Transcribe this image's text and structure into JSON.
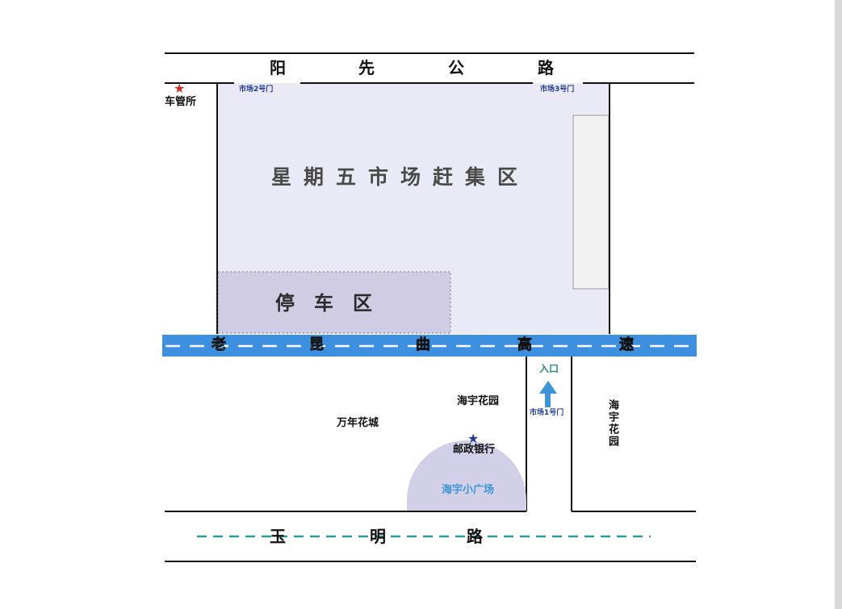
{
  "roads": {
    "top": [
      "阳",
      "先",
      "公",
      "路"
    ],
    "highway": [
      "老",
      "昆",
      "曲",
      "高",
      "速"
    ],
    "bottom": [
      "玉",
      "明",
      "路"
    ]
  },
  "areas": {
    "market": "星期五市场赶集区",
    "parking": "停车区",
    "plaza": "海宇小广场"
  },
  "gates": {
    "gate2": "市场2号门",
    "gate3": "市场3号门",
    "gate1": "市场1号门"
  },
  "places": {
    "vehicle_office": "车管所",
    "haiyu_garden": "海宇花园",
    "haiyu_garden_vertical": "海宇花园",
    "wannian": "万年花城",
    "post_bank": "邮政银行"
  },
  "entry_label": "入口",
  "icons": {
    "vehicle_office_marker": "red-star-icon",
    "post_bank_marker": "blue-star-icon",
    "entry_arrow": "up-arrow-icon"
  },
  "colors": {
    "market_fill": "#eaeaf6",
    "parking_fill": "#cfcce3",
    "highway_fill": "#3d8fe0",
    "plaza_fill": "#d2d0e8",
    "road_line": "#111111",
    "entry_arrow": "#3b95d6",
    "bottom_dash": "#2a9d9a",
    "red_star": "#d62828",
    "blue_star": "#2a3990"
  }
}
